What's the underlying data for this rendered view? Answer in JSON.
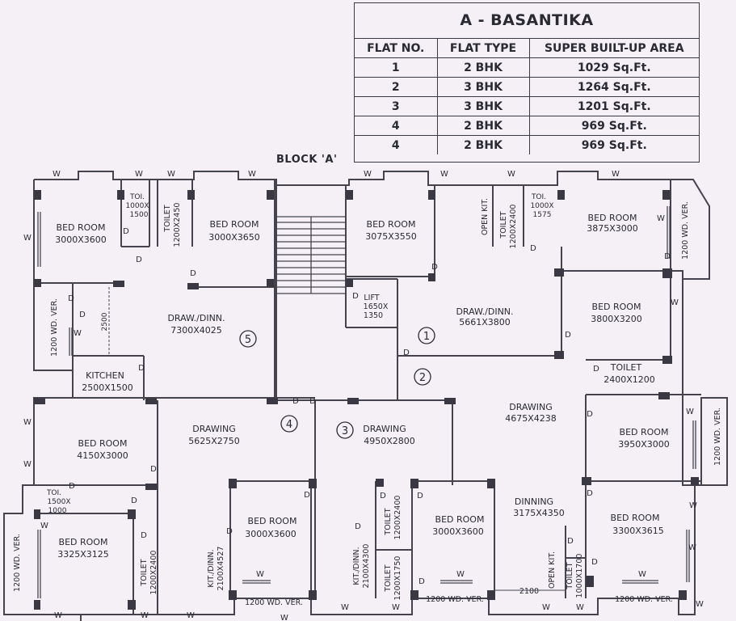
{
  "table": {
    "title": "A - BASANTIKA",
    "headers": [
      "FLAT NO.",
      "FLAT TYPE",
      "SUPER BUILT-UP AREA"
    ],
    "rows": [
      [
        "1",
        "2 BHK",
        "1029 Sq.Ft."
      ],
      [
        "2",
        "3 BHK",
        "1264 Sq.Ft."
      ],
      [
        "3",
        "3 BHK",
        "1201 Sq.Ft."
      ],
      [
        "4",
        "2 BHK",
        "969 Sq.Ft."
      ],
      [
        "4",
        "2 BHK",
        "969 Sq.Ft."
      ]
    ]
  },
  "plan": {
    "block_label": "BLOCK 'A'",
    "flat_numbers": [
      "1",
      "2",
      "3",
      "4",
      "5"
    ],
    "rooms": {
      "bed_tl1": {
        "name": "BED ROOM",
        "size": "3000X3600"
      },
      "toi_tl": {
        "name": "TOI.",
        "size1": "1000X",
        "size2": "1500"
      },
      "toilet_tl": {
        "name": "TOILET",
        "size": "1200X2450"
      },
      "bed_tl2": {
        "name": "BED ROOM",
        "size": "3000X3650"
      },
      "bed_tc": {
        "name": "BED ROOM",
        "size": "3075X3550"
      },
      "open_kit_t": {
        "name": "OPEN KIT."
      },
      "toilet_tc": {
        "name": "TOILET",
        "size": "1200X2400"
      },
      "toi_tr": {
        "name": "TOI.",
        "size1": "1000X",
        "size2": "1575"
      },
      "bed_tr": {
        "name": "BED ROOM",
        "size": "3875X3000"
      },
      "wd_tr": {
        "name": "1200 WD. VER."
      },
      "wd_tl": {
        "name": "1200 WD. VER."
      },
      "draw_5": {
        "name": "DRAW./DINN.",
        "size": "7300X4025"
      },
      "kitchen_5": {
        "name": "KITCHEN",
        "size": "2500X1500"
      },
      "dim_2500": {
        "name": "2500"
      },
      "lift": {
        "name": "LIFT",
        "size1": "1650X",
        "size2": "1350"
      },
      "draw_1": {
        "name": "DRAW./DINN.",
        "size": "5661X3800"
      },
      "bed_r1": {
        "name": "BED ROOM",
        "size": "3800X3200"
      },
      "toilet_r": {
        "name": "TOILET",
        "size": "2400X1200"
      },
      "drawing_2": {
        "name": "DRAWING",
        "size": "4675X4238"
      },
      "bed_r2": {
        "name": "BED ROOM",
        "size": "3950X3000"
      },
      "wd_r": {
        "name": "1200 WD. VER."
      },
      "bed_l1": {
        "name": "BED ROOM",
        "size": "4150X3000"
      },
      "toi_l": {
        "name": "TOI.",
        "size1": "1500X",
        "size2": "1000"
      },
      "drawing_4": {
        "name": "DRAWING",
        "size": "5625X2750"
      },
      "drawing_3": {
        "name": "DRAWING",
        "size": "4950X2800"
      },
      "toilet_3a": {
        "name": "TOILET",
        "size": "1200X2400"
      },
      "bed_3": {
        "name": "BED ROOM",
        "size": "3000X3600"
      },
      "dinning_2": {
        "name": "DINNING",
        "size": "3175X4350"
      },
      "bed_br": {
        "name": "BED ROOM",
        "size": "3300X3615"
      },
      "bed_bl": {
        "name": "BED ROOM",
        "size": "3325X3125"
      },
      "wd_bl": {
        "name": "1200 WD. VER."
      },
      "toilet_bl": {
        "name": "TOILET",
        "size": "1200X2400"
      },
      "kit_4": {
        "name": "KIT./DINN.",
        "size": "2100X4527"
      },
      "bed_4": {
        "name": "BED ROOM",
        "size": "3000X3600"
      },
      "wd_b4": {
        "name": "1200 WD. VER."
      },
      "kit_3": {
        "name": "KIT./DINN.",
        "size": "2100X4300"
      },
      "toilet_3b": {
        "name": "TOILET",
        "size": "1200X1750"
      },
      "wd_b3": {
        "name": "1200 WD. VER."
      },
      "dim_2100": {
        "name": "2100"
      },
      "open_kit_b": {
        "name": "OPEN KIT."
      },
      "toilet_br": {
        "name": "TOILET",
        "size": "1000X1700"
      },
      "wd_b2": {
        "name": "1200 WD. VER."
      }
    },
    "symbols": {
      "window": "W",
      "door": "D"
    }
  }
}
